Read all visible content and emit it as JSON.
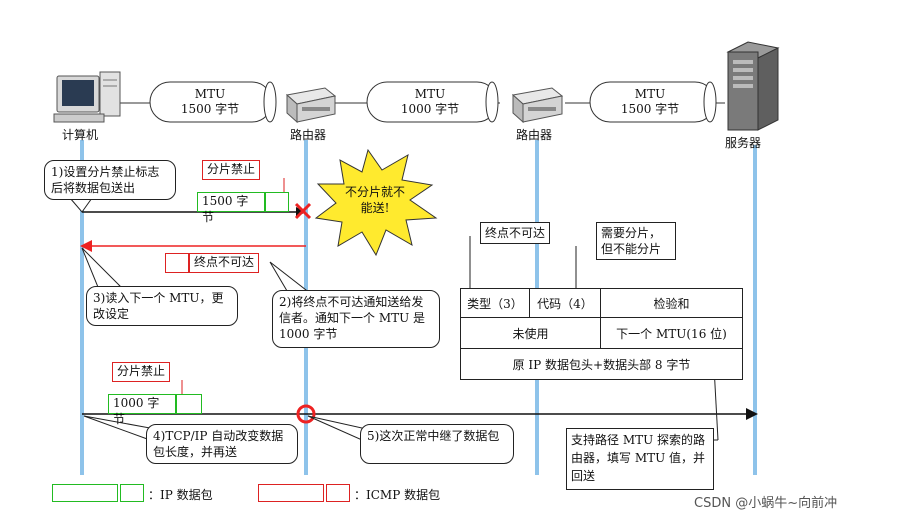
{
  "devices": {
    "computer": "计算机",
    "router1": "路由器",
    "router2": "路由器",
    "server": "服务器"
  },
  "pipes": [
    {
      "line1": "MTU",
      "line2": "1500 字节"
    },
    {
      "line1": "MTU",
      "line2": "1000 字节"
    },
    {
      "line1": "MTU",
      "line2": "1500 字节"
    }
  ],
  "steps": {
    "s1": "1)设置分片禁止标志后将数据包送出",
    "s2": "2)将终点不可达通知送给发信者。通知下一个 MTU 是 1000 字节",
    "s3": "3)读入下一个 MTU，更改设定",
    "s4": "4)TCP/IP 自动改变数据包长度，并再送",
    "s5": "5)这次正常中继了数据包"
  },
  "packet1": {
    "flag": "分片禁止",
    "size": "1500 字节"
  },
  "packet2": {
    "flag": "分片禁止",
    "size": "1000 字节"
  },
  "explosion": "不分片就不能送!",
  "unreachable": "终点不可达",
  "icmp": {
    "callout_type": "终点不可达",
    "callout_code": "需要分片，但不能分片",
    "type": "类型（3）",
    "code": "代码（4）",
    "checksum": "检验和",
    "unused": "未使用",
    "next_mtu": "下一个 MTU(16 位)",
    "original": "原 IP 数据包头+数据头部 8 字节"
  },
  "router_note": "支持路径 MTU 探索的路由器，填写 MTU 值，并回送",
  "legend": {
    "ip": "：IP 数据包",
    "icmp": "：ICMP 数据包"
  },
  "watermark": "CSDN @小蜗牛~向前冲"
}
